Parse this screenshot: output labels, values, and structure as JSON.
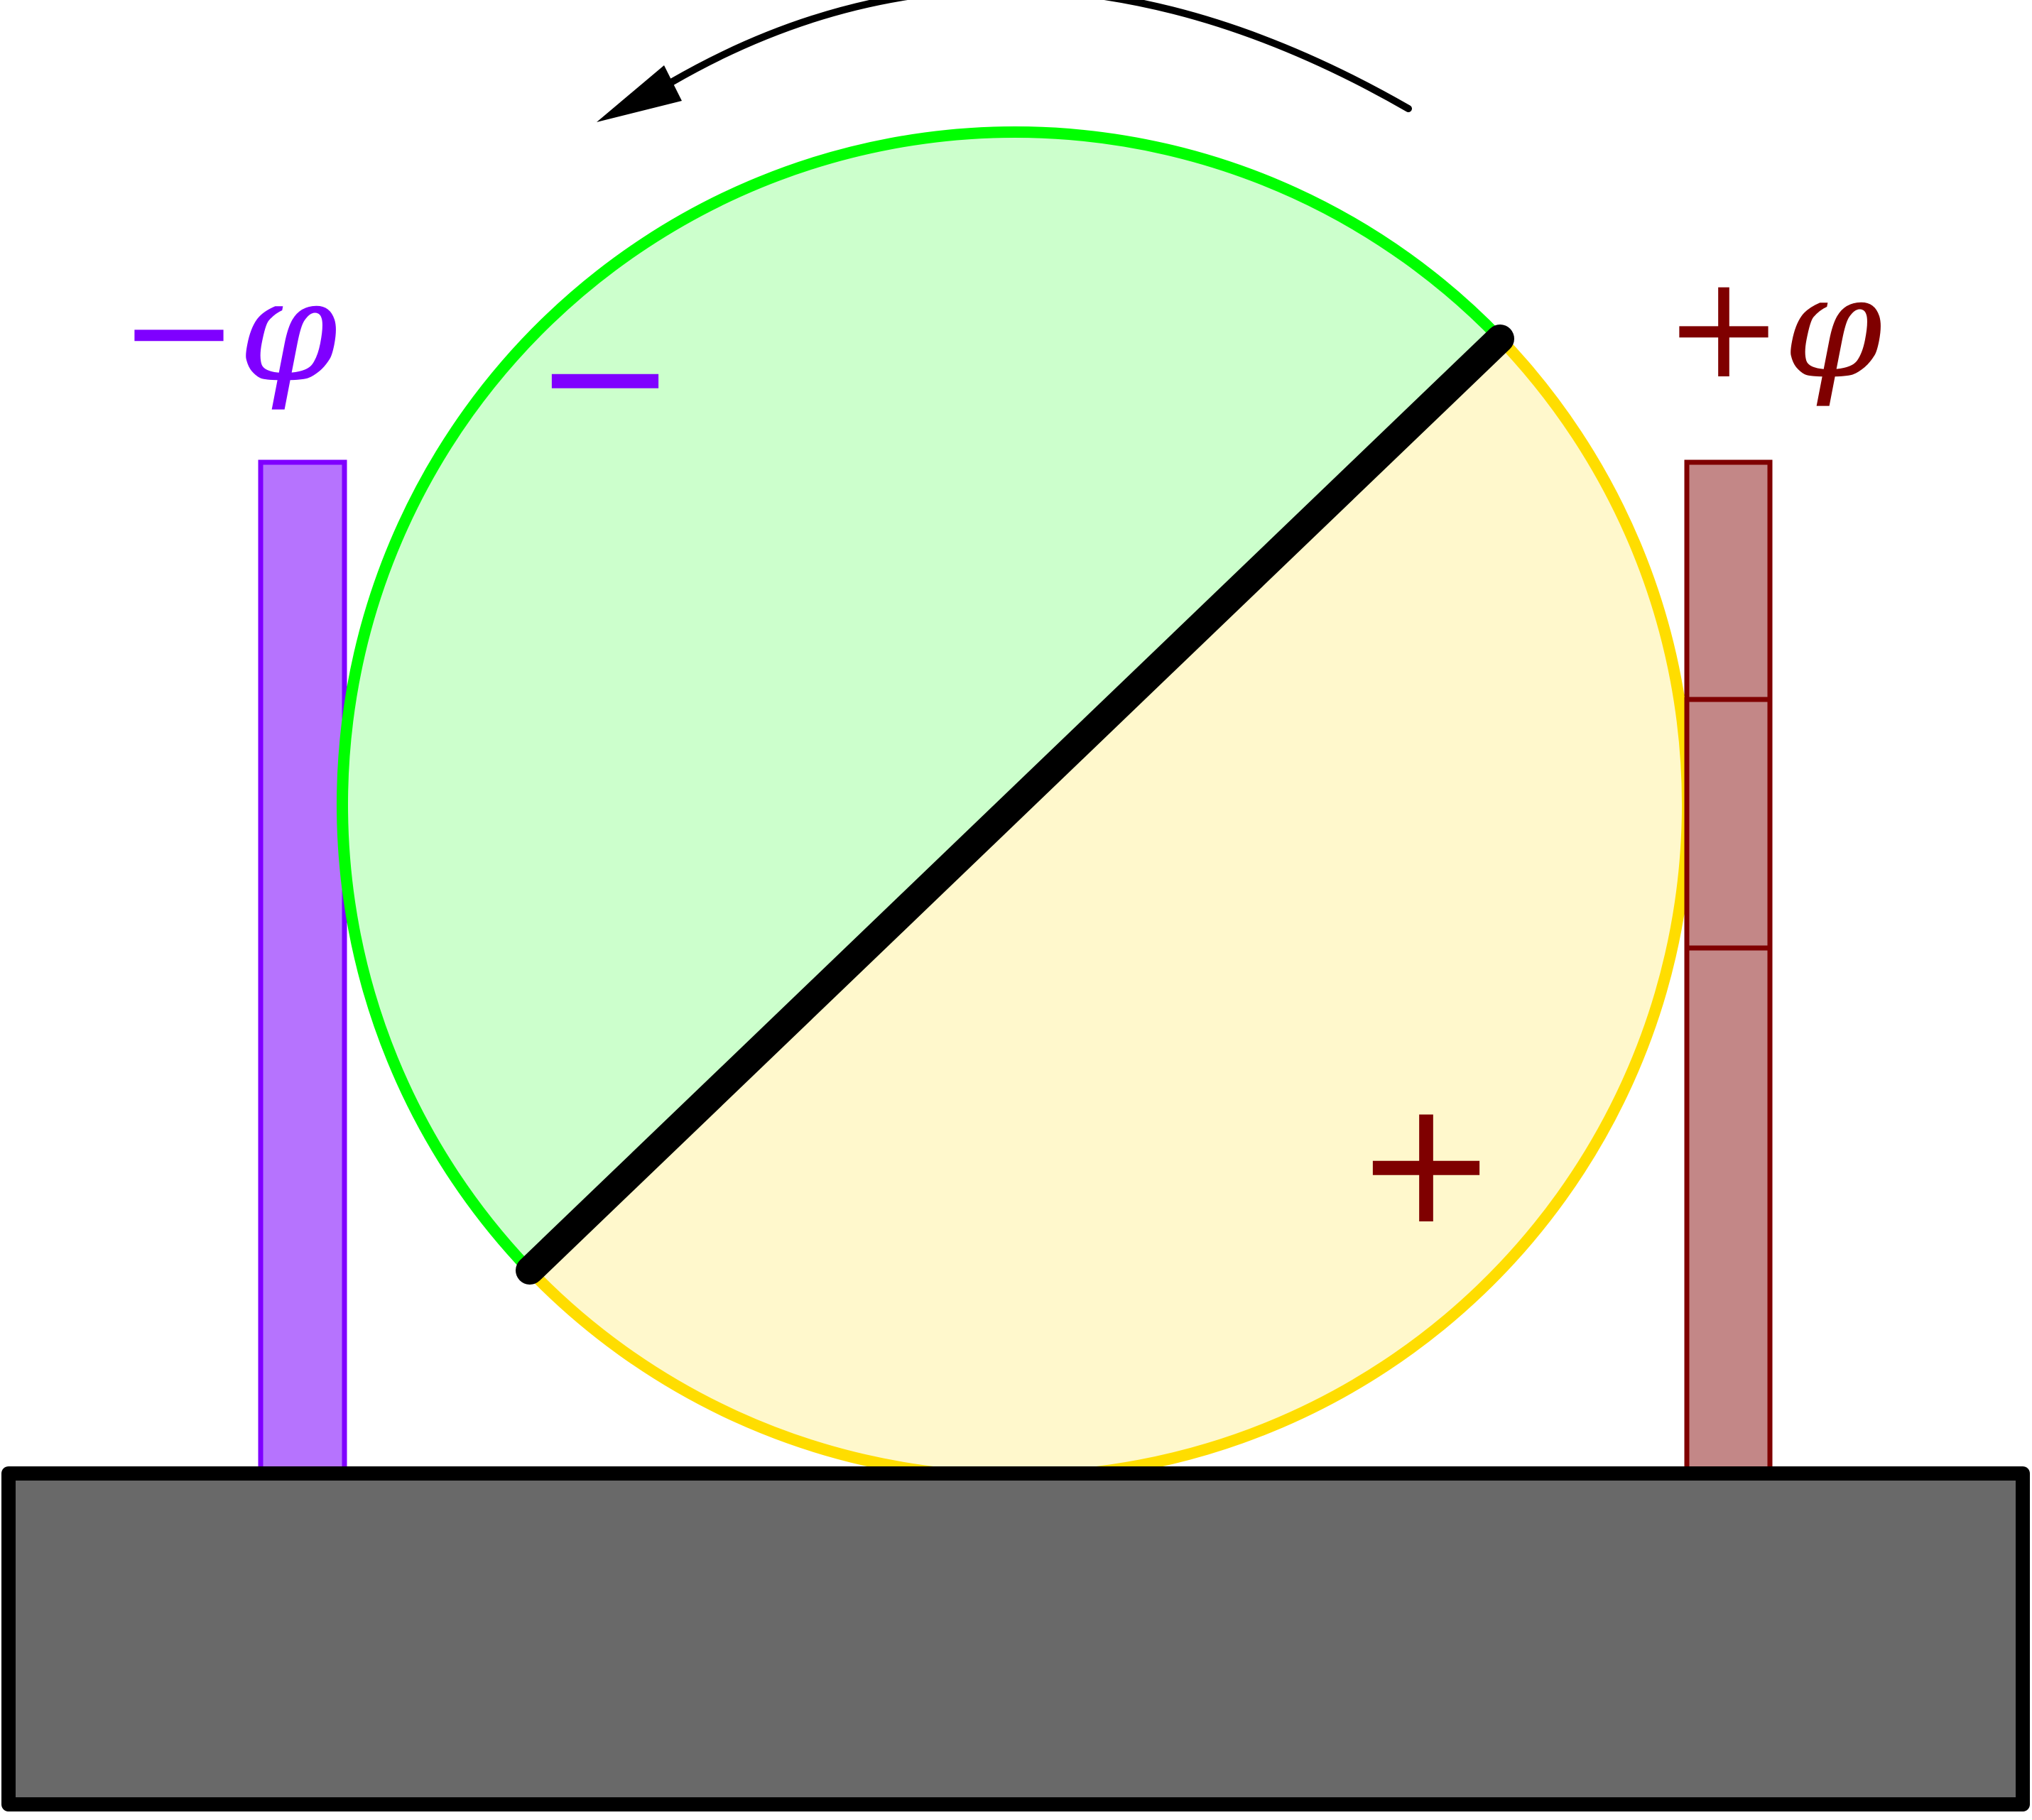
{
  "labels": {
    "left_potential": "−φ",
    "right_potential": "+φ",
    "negative_region": "−",
    "positive_region": "+"
  },
  "colors": {
    "negative_fill": "#ccffcc",
    "negative_edge": "#00ff00",
    "positive_fill": "#fff8cc",
    "positive_edge": "#ffdd00",
    "left_electrode_fill": "#b673fe",
    "left_electrode_edge": "#7f00ff",
    "right_electrode_fill": "#c38787",
    "right_electrode_edge": "#7f0000",
    "base_fill": "#696969",
    "base_edge": "#000000",
    "divider": "#000000",
    "rotation_arrow": "#000000"
  },
  "rotation_direction": "counterclockwise"
}
